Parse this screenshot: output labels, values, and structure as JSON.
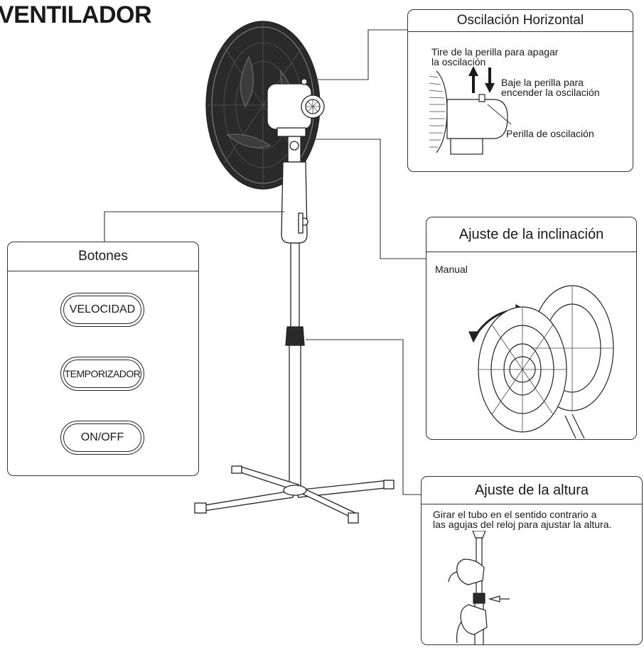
{
  "title": "VENTILADOR",
  "oscillation": {
    "heading": "Oscilación Horizontal",
    "pull_line1": "Tire de la perilla para apagar",
    "pull_line2": "la oscilación",
    "push_line1": "Baje la perilla para",
    "push_line2": "encender la oscilación",
    "knob_label": "Perilla de oscilación"
  },
  "buttons_panel": {
    "heading": "Botones",
    "buttons": [
      "VELOCIDAD",
      "TEMPORIZADOR",
      "ON/OFF"
    ]
  },
  "tilt": {
    "heading": "Ajuste de la inclinación",
    "mode": "Manual"
  },
  "height": {
    "heading": "Ajuste de la altura",
    "line1": "Girar el tubo en el sentido contrario a",
    "line2": "las agujas del reloj para ajustar la altura."
  }
}
